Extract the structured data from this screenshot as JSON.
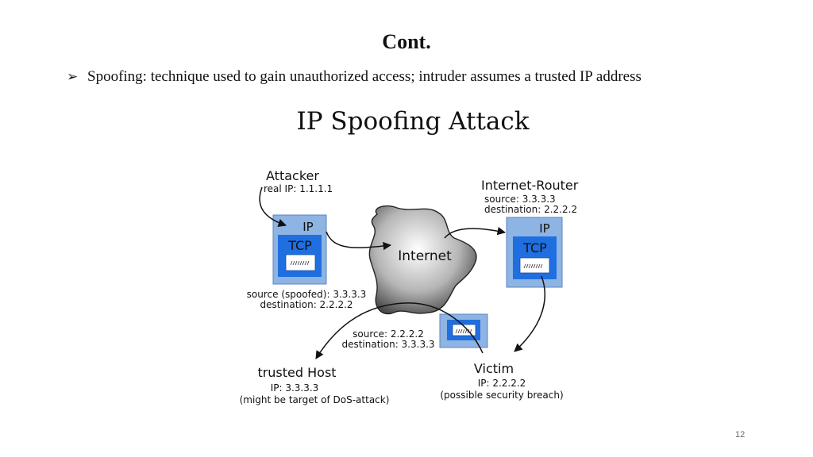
{
  "slide": {
    "title": "Cont.",
    "bullet_symbol": "➢",
    "bullet_text": "Spoofing: technique used to gain unauthorized access; intruder assumes a trusted IP address",
    "page_number": "12"
  },
  "diagram": {
    "title": "IP Spoofing Attack",
    "attacker": {
      "name": "Attacker",
      "detail": "real IP: 1.1.1.1"
    },
    "attacker_packet": {
      "ip": "IP",
      "tcp": "TCP",
      "source": "source (spoofed): 3.3.3.3",
      "destination": "destination: 2.2.2.2"
    },
    "internet": "Internet",
    "router": {
      "name": "Internet-Router",
      "source": "source: 3.3.3.3",
      "destination": "destination: 2.2.2.2"
    },
    "router_packet": {
      "ip": "IP",
      "tcp": "TCP"
    },
    "reply_packet": {
      "source": "source: 2.2.2.2",
      "destination": "destination: 3.3.3.3"
    },
    "trusted_host": {
      "name": "trusted Host",
      "ip": "IP: 3.3.3.3",
      "note": "(might be target of DoS-attack)"
    },
    "victim": {
      "name": "Victim",
      "ip": "IP: 2.2.2.2",
      "note": "(possible security breach)"
    },
    "colors": {
      "packet_outer": "#8db4e2",
      "packet_tcp": "#1f6fe0",
      "payload": "#ffffff"
    }
  }
}
